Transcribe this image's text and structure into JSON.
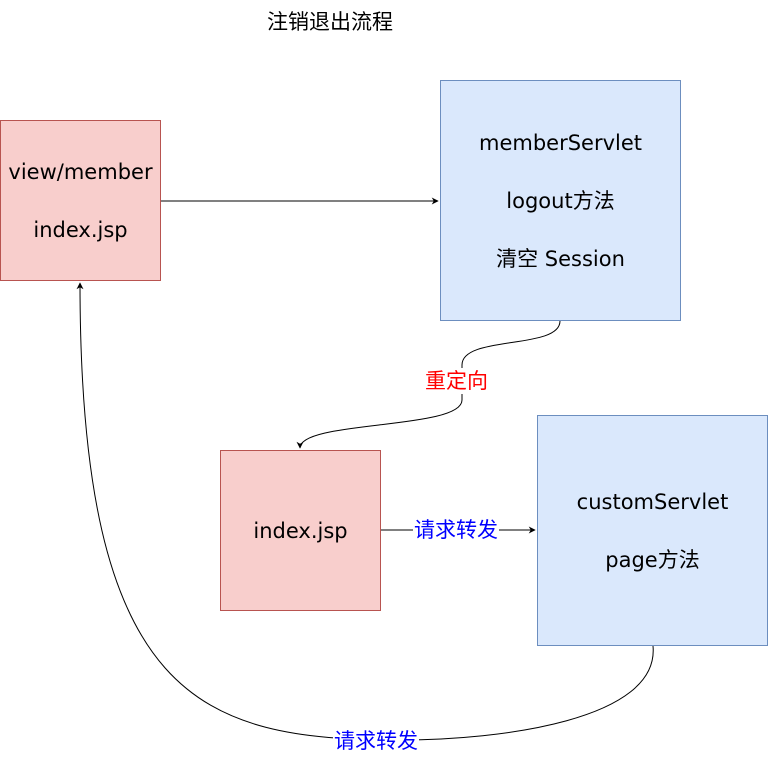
{
  "title": "注销退出流程",
  "boxes": {
    "view_member": {
      "lines": [
        "view/member",
        "index.jsp"
      ]
    },
    "member_servlet": {
      "lines": [
        "memberServlet",
        "logout方法",
        "清空 Session"
      ]
    },
    "index": {
      "lines": [
        "index.jsp"
      ]
    },
    "custom_servlet": {
      "lines": [
        "customServlet",
        "page方法"
      ]
    }
  },
  "edges": {
    "redirect_label": "重定向",
    "forward_label_1": "请求转发",
    "forward_label_2": "请求转发"
  },
  "colors": {
    "pink_fill": "#f8cecc",
    "pink_stroke": "#b85450",
    "blue_fill": "#dae8fc",
    "blue_stroke": "#6c8ebf",
    "redirect_text": "#ff0000",
    "forward_text": "#0000ff"
  }
}
